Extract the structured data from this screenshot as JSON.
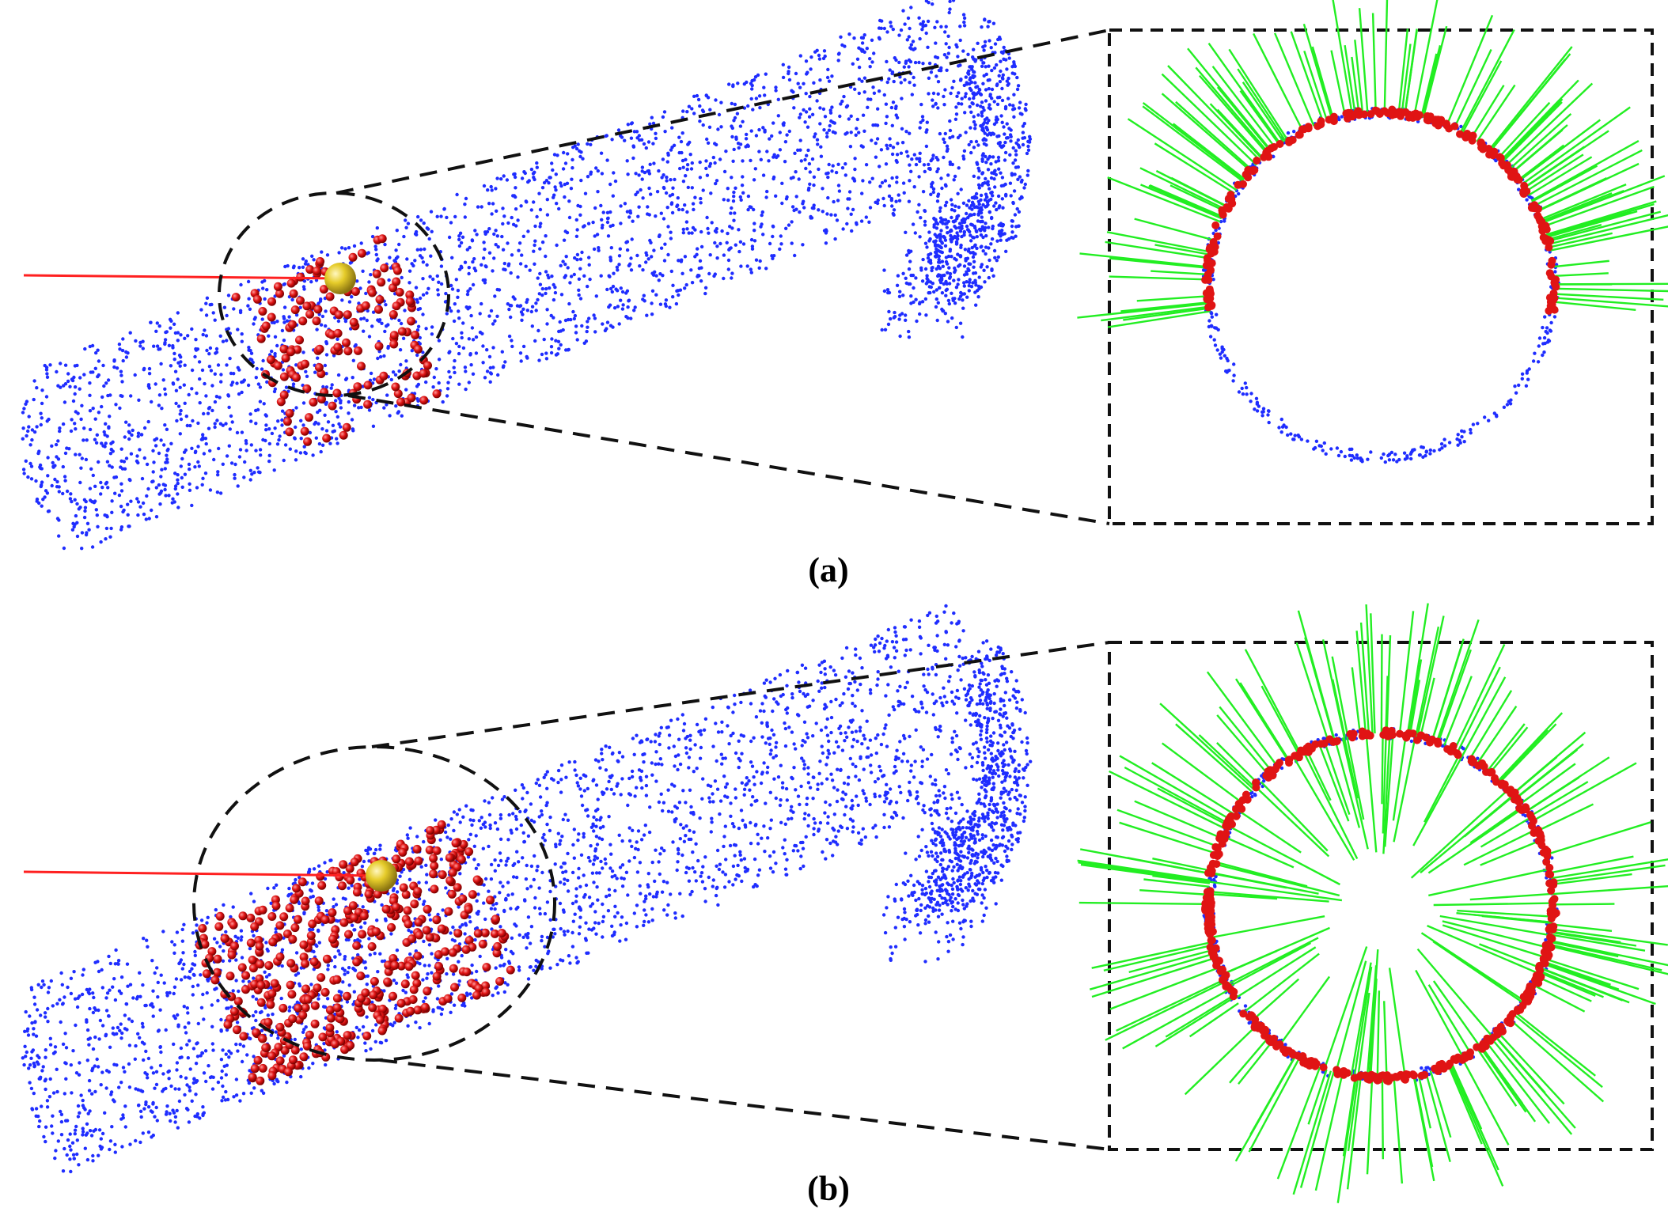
{
  "panels": [
    {
      "id": "a",
      "label": "(a)",
      "neighborhood_size": "small",
      "colors": {
        "cloud_point": "#1f2dff",
        "neighbor_point": "#e01414",
        "query_point": "#e6cc2a",
        "normal_line": "#22ee22",
        "ray_line": "#ff2020",
        "dashed": "#111111"
      }
    },
    {
      "id": "b",
      "label": "(b)",
      "neighborhood_size": "large",
      "colors": {
        "cloud_point": "#1f2dff",
        "neighbor_point": "#e01414",
        "query_point": "#e6cc2a",
        "normal_line": "#22ee22",
        "ray_line": "#ff2020",
        "dashed": "#111111"
      }
    }
  ]
}
